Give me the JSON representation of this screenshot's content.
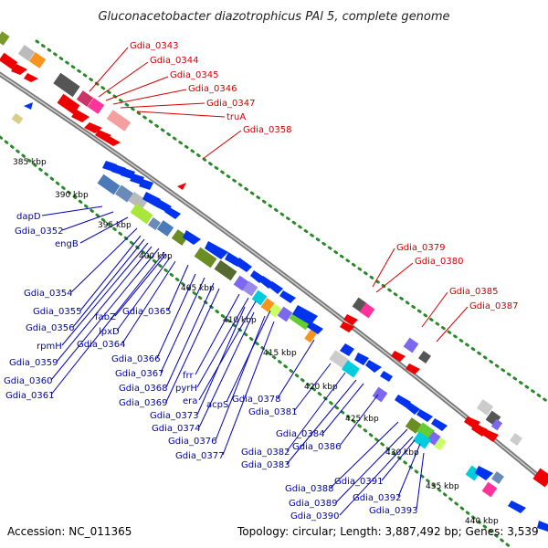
{
  "title": "Gluconacetobacter diazotrophicus PAl 5, complete genome",
  "footer": {
    "accession": "Accession: NC_011365",
    "topology": "Topology: circular; Length: 3,887,492 bp; Genes: 3,539"
  },
  "kbp_ticks": [
    "385 kbp",
    "390 kbp",
    "395 kbp",
    "400 kbp",
    "405 kbp",
    "410 kbp",
    "415 kbp",
    "420 kbp",
    "425 kbp",
    "430 kbp",
    "435 kbp",
    "440 kbp"
  ],
  "red_labels": [
    "Gdia_0343",
    "Gdia_0344",
    "Gdia_0345",
    "Gdia_0346",
    "Gdia_0347",
    "truA",
    "Gdia_0358",
    "Gdia_0379",
    "Gdia_0380",
    "Gdia_0385",
    "Gdia_0387"
  ],
  "blue_labels": [
    "dapD",
    "Gdia_0352",
    "engB",
    "Gdia_0354",
    "Gdia_0355",
    "Gdia_0356",
    "rpmH",
    "Gdia_0359",
    "Gdia_0360",
    "Gdia_0361",
    "fabZ",
    "lpxD",
    "Gdia_0364",
    "Gdia_0365",
    "Gdia_0366",
    "Gdia_0367",
    "Gdia_0368",
    "Gdia_0369",
    "frr",
    "pyrH",
    "era",
    "acpS",
    "Gdia_0373",
    "Gdia_0374",
    "Gdia_0376",
    "Gdia_0377",
    "Gdia_0378",
    "Gdia_0381",
    "Gdia_0382",
    "Gdia_0383",
    "Gdia_0384",
    "Gdia_0386",
    "Gdia_0388",
    "Gdia_0389",
    "Gdia_0390",
    "Gdia_0391",
    "Gdia_0392",
    "Gdia_0393"
  ],
  "colors": {
    "forward": "#0033ee",
    "reverse": "#ee0000",
    "backbone": "#888888",
    "dots": "#2a8a2a",
    "red_label": "#d40000",
    "blue_label": "#0000b8"
  }
}
